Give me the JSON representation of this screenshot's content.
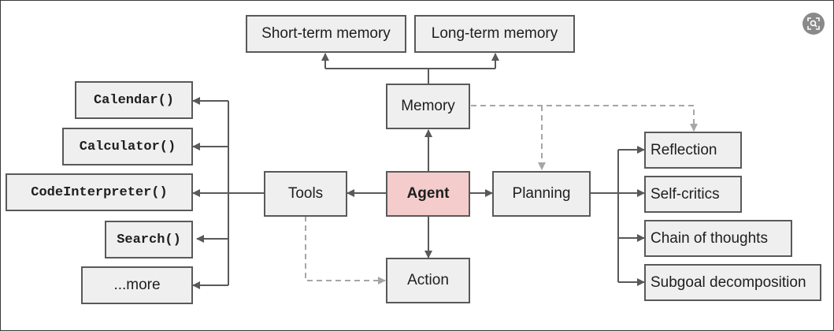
{
  "nodes": {
    "short_term_memory": "Short-term memory",
    "long_term_memory": "Long-term memory",
    "memory": "Memory",
    "agent": "Agent",
    "tools": "Tools",
    "planning": "Planning",
    "action": "Action",
    "calendar": "Calendar()",
    "calculator": "Calculator()",
    "code_interpreter": "CodeInterpreter()",
    "search": "Search()",
    "more": "...more",
    "reflection": "Reflection",
    "self_critics": "Self-critics",
    "chain_of_thoughts": "Chain of thoughts",
    "subgoal_decomposition": "Subgoal decomposition"
  },
  "colors": {
    "node_fill": "#efefef",
    "node_border": "#595959",
    "agent_fill": "#f4cccc",
    "solid_arrow": "#595959",
    "dashed_arrow": "#a6a6a6"
  },
  "overlay": {
    "icon": "lens-search-icon"
  }
}
